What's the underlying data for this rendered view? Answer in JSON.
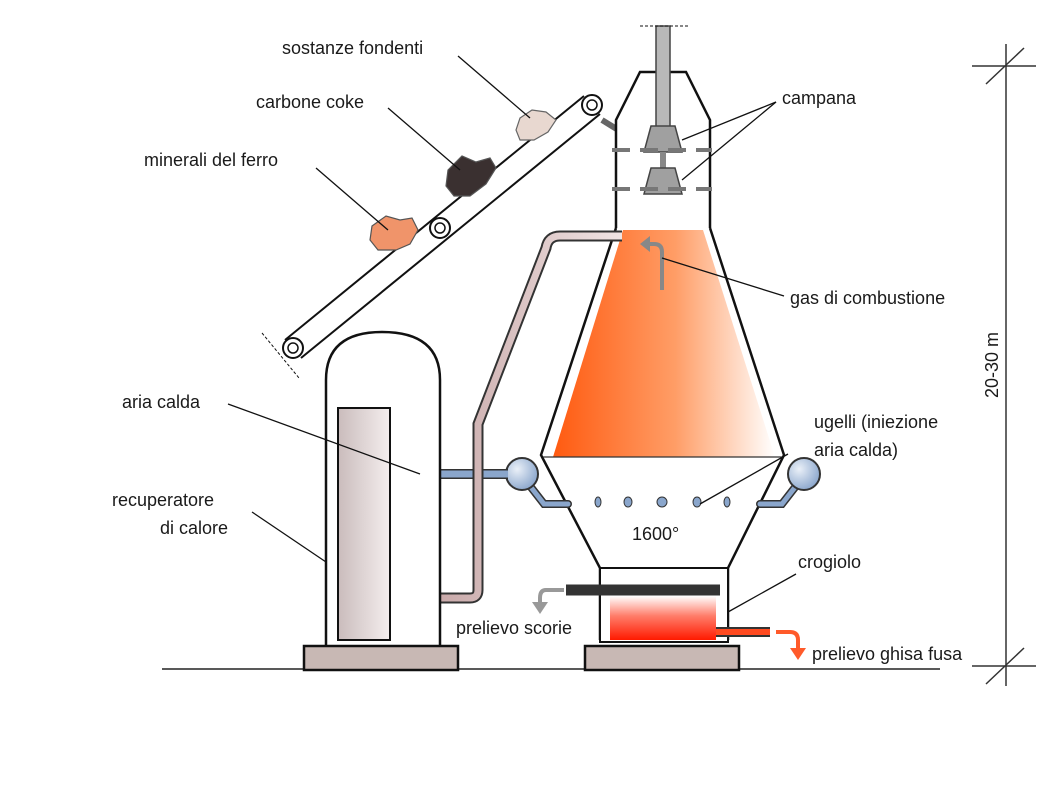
{
  "labels": {
    "sostanze_fondenti": "sostanze fondenti",
    "carbone_coke": "carbone coke",
    "minerali_ferro": "minerali del ferro",
    "campana": "campana",
    "gas_combustione": "gas di combustione",
    "aria_calda": "aria calda",
    "recuperatore_1": "recuperatore",
    "recuperatore_2": "di calore",
    "ugelli_1": "ugelli (iniezione",
    "ugelli_2": "aria calda)",
    "temperatura": "1600°",
    "crogiolo": "crogiolo",
    "prelievo_scorie": "prelievo scorie",
    "prelievo_ghisa": "prelievo ghisa fusa",
    "altezza": "20-30 m"
  },
  "colors": {
    "furnace_hot": "#ff6a1a",
    "molten_iron": "#ff2a0a",
    "hot_air_pipe": "#8aa6cc",
    "flue_pipe": "#d8c4c4",
    "base": "#c8b8b4",
    "ore": "#f0946a",
    "coke": "#3a3030",
    "flux": "#e8d8d0"
  }
}
